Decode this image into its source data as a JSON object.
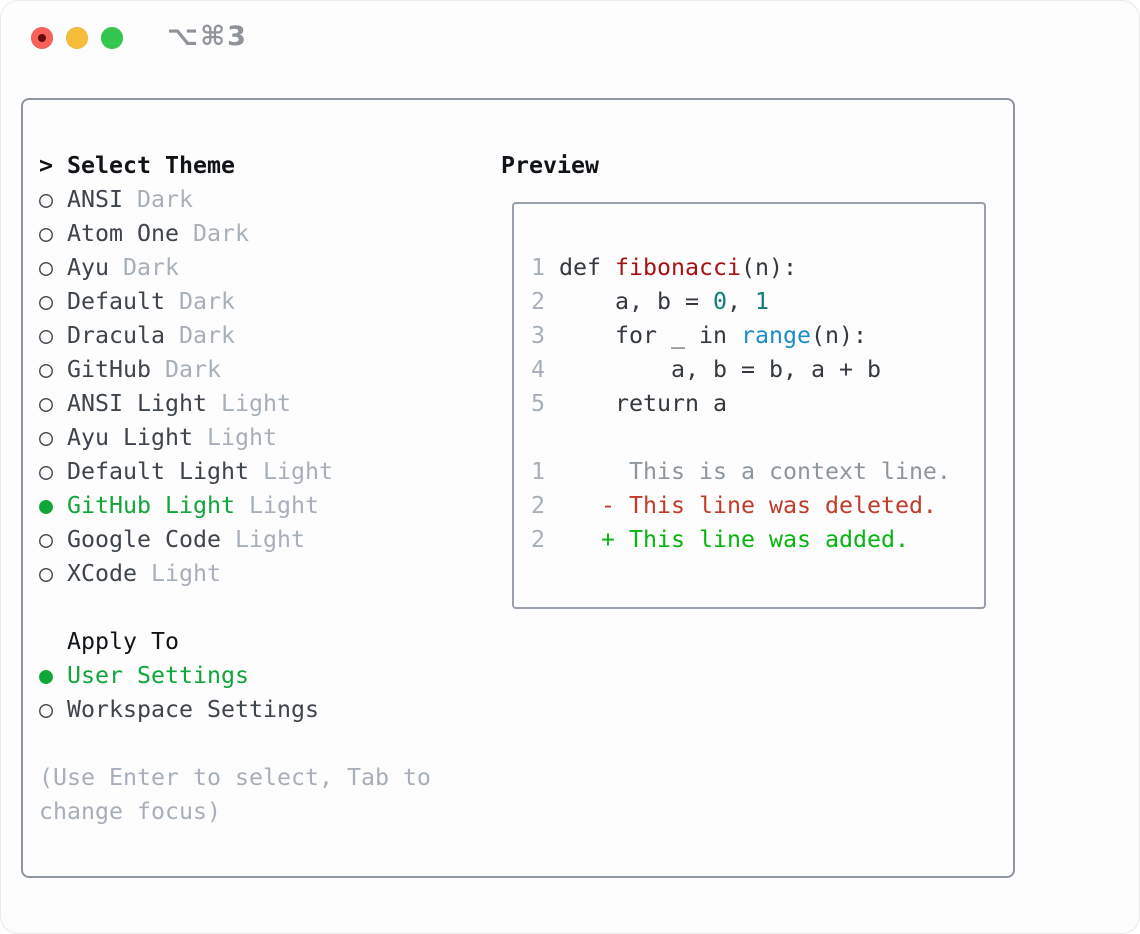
{
  "window": {
    "title": "⌥⌘3"
  },
  "colors": {
    "traffic_red": "#f8605a",
    "traffic_red_dot": "#640b0b",
    "traffic_yellow": "#f6bd3b",
    "traffic_green": "#35c64f",
    "header_black": "#101418",
    "item_text": "#3d444c",
    "muted_gray": "#a7b0ba",
    "selection_green": "#11a53a",
    "code_text": "#33393f",
    "function_red": "#a41313",
    "number_teal": "#0e7d78",
    "builtin_blue": "#1b8cc8",
    "context_gray": "#8e969d",
    "deleted_red": "#c13a2a",
    "added_green": "#06b50f"
  },
  "icons": {
    "radio_unselected": "○",
    "radio_selected": "●"
  },
  "theme_menu": {
    "header_prefix": ">",
    "header": "Select Theme",
    "items": [
      {
        "label": "ANSI",
        "variant": "Dark",
        "selected": false
      },
      {
        "label": "Atom One",
        "variant": "Dark",
        "selected": false
      },
      {
        "label": "Ayu",
        "variant": "Dark",
        "selected": false
      },
      {
        "label": "Default",
        "variant": "Dark",
        "selected": false
      },
      {
        "label": "Dracula",
        "variant": "Dark",
        "selected": false
      },
      {
        "label": "GitHub",
        "variant": "Dark",
        "selected": false
      },
      {
        "label": "ANSI Light",
        "variant": "Light",
        "selected": false
      },
      {
        "label": "Ayu Light",
        "variant": "Light",
        "selected": false
      },
      {
        "label": "Default Light",
        "variant": "Light",
        "selected": false
      },
      {
        "label": "GitHub Light",
        "variant": "Light",
        "selected": true
      },
      {
        "label": "Google Code",
        "variant": "Light",
        "selected": false
      },
      {
        "label": "XCode",
        "variant": "Light",
        "selected": false
      }
    ]
  },
  "apply_to": {
    "header": "Apply To",
    "options": [
      {
        "label": "User Settings",
        "selected": true
      },
      {
        "label": "Workspace Settings",
        "selected": false
      }
    ]
  },
  "hint": {
    "line1": "(Use Enter to select, Tab to",
    "line2": "change focus)"
  },
  "preview": {
    "header": "Preview",
    "code_lines": [
      {
        "number": "1",
        "segments": [
          {
            "t": "def ",
            "c": "code"
          },
          {
            "t": "fibonacci",
            "c": "func"
          },
          {
            "t": "(n):",
            "c": "code"
          }
        ]
      },
      {
        "number": "2",
        "segments": [
          {
            "t": "    a, b = ",
            "c": "code"
          },
          {
            "t": "0",
            "c": "num"
          },
          {
            "t": ", ",
            "c": "code"
          },
          {
            "t": "1",
            "c": "num"
          }
        ]
      },
      {
        "number": "3",
        "segments": [
          {
            "t": "    for _ in ",
            "c": "code"
          },
          {
            "t": "range",
            "c": "builtin"
          },
          {
            "t": "(n):",
            "c": "code"
          }
        ]
      },
      {
        "number": "4",
        "segments": [
          {
            "t": "        a, b = b, a + b",
            "c": "code"
          }
        ]
      },
      {
        "number": "5",
        "segments": [
          {
            "t": "    return a",
            "c": "code"
          }
        ]
      }
    ],
    "diff_lines": [
      {
        "number": "1",
        "text": "      This is a context line.",
        "kind": "context"
      },
      {
        "number": "2",
        "text": "    - This line was deleted.",
        "kind": "deleted"
      },
      {
        "number": "2",
        "text": "    + This line was added.",
        "kind": "added"
      }
    ]
  }
}
